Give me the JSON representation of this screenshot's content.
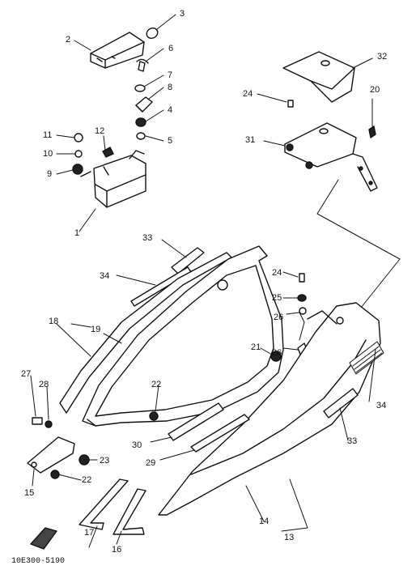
{
  "part_labels": {
    "p1": "1",
    "p2": "2",
    "p3": "3",
    "p4": "4",
    "p5": "5",
    "p6": "6",
    "p7": "7",
    "p8": "8",
    "p9": "9",
    "p10": "10",
    "p11": "11",
    "p12": "12",
    "p13": "13",
    "p14": "14",
    "p15": "15",
    "p16": "16",
    "p17": "17",
    "p18": "18",
    "p19": "19",
    "p20": "20",
    "p21": "21",
    "p22": "22",
    "p23": "23",
    "p24": "24",
    "p25": "25",
    "p26": "26",
    "p27": "27",
    "p28": "28",
    "p29": "29",
    "p30": "30",
    "p31": "31",
    "p32": "32",
    "p33": "33",
    "p34": "34"
  },
  "diagram_code": "10E300-5190",
  "line_color": "#111111"
}
